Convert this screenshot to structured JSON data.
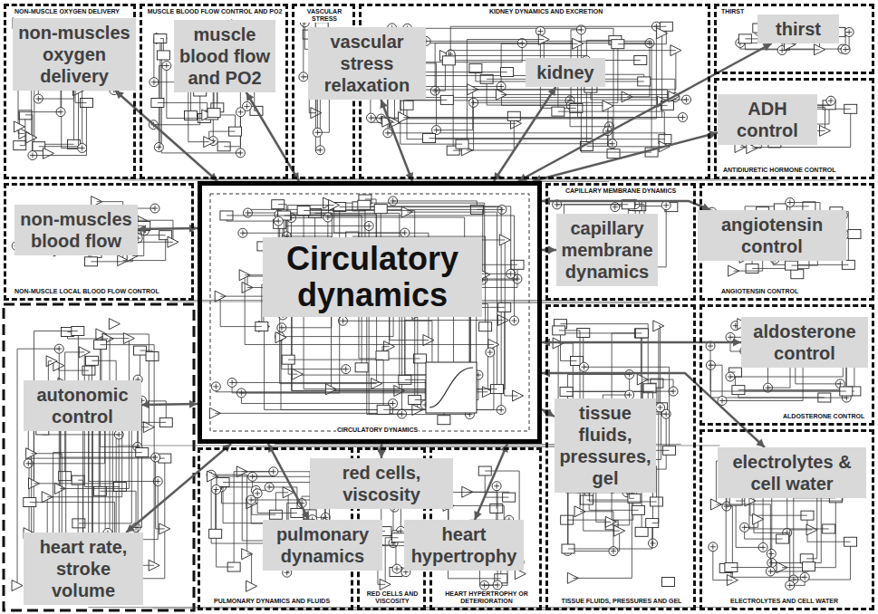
{
  "diagram": {
    "nodes": [
      {
        "text": [
          "NON-MUSCLE OXYGEN DELIVERY"
        ]
      },
      {
        "text": [
          "MUSCLE BLOOD FLOW CONTROL AND PO2"
        ]
      },
      {
        "text": [
          "VASCULAR STRESS"
        ]
      },
      {
        "text": [
          "KIDNEY DYNAMICS AND EXCRETION"
        ]
      },
      {
        "text": [
          "THIRST"
        ]
      },
      {
        "text": [
          "ANTIDIURETIC HORMONE CONTROL"
        ]
      },
      {
        "text": [
          "NON-MUSCLE LOCAL BLOOD FLOW CONTROL"
        ]
      },
      {
        "text": [
          "CIRCULATORY DYNAMICS"
        ]
      },
      {
        "text": [
          "CAPILLARY MEMBRANE DYNAMICS"
        ]
      },
      {
        "text": [
          "ANGIOTENSIN CONTROL"
        ]
      },
      {
        "text": [
          "ALDOSTERONE CONTROL"
        ]
      },
      {
        "text": [
          "PULMONARY DYNAMICS AND FLUIDS"
        ]
      },
      {
        "text": [
          "RED CELLS AND VISCOSITY"
        ]
      },
      {
        "text": [
          "HEART HYPERTROPHY OR DETERIORATION"
        ]
      },
      {
        "text": [
          "TISSUE FLUIDS, PRESSURES AND GEL"
        ]
      },
      {
        "text": [
          "ELECTROLYTES AND CELL WATER"
        ]
      },
      {
        "text": [
          "Circulatory dynamics"
        ],
        "in": 7
      },
      {
        "text": [
          "non-muscles oxygen delivery"
        ]
      },
      {
        "text": [
          "muscle blood flow and PO2"
        ]
      },
      {
        "text": [
          "vascular stress relaxation"
        ]
      },
      {
        "text": [
          "kidney"
        ]
      },
      {
        "text": [
          "thirst"
        ]
      },
      {
        "text": [
          "ADH control"
        ]
      },
      {
        "text": [
          "non-muscles blood flow"
        ]
      },
      {
        "text": [
          "capillary membrane dynamics"
        ]
      },
      {
        "text": [
          "angiotensin control"
        ]
      },
      {
        "text": [
          "autonomic control"
        ]
      },
      {
        "text": [
          "aldosterone control"
        ]
      },
      {
        "text": [
          "tissue fluids, pressures, gel"
        ]
      },
      {
        "text": [
          "electrolytes & cell water"
        ]
      },
      {
        "text": [
          "red cells, viscosity"
        ]
      },
      {
        "text": [
          "pulmonary dynamics"
        ]
      },
      {
        "text": [
          "heart hypertrophy"
        ]
      },
      {
        "text": [
          "heart rate, stroke volume"
        ]
      }
    ],
    "edges": [
      {
        "from": 17,
        "to": 7,
        "arrow": "both"
      },
      {
        "from": 18,
        "to": 7,
        "arrow": "both"
      },
      {
        "from": 19,
        "to": 7,
        "arrow": "both"
      },
      {
        "from": 20,
        "to": 7,
        "arrow": "both"
      },
      {
        "from": 21,
        "to": 7,
        "arrow": "both"
      },
      {
        "from": 22,
        "to": 7,
        "arrow": "both"
      },
      {
        "from": 23,
        "to": 7,
        "arrow": "both"
      },
      {
        "from": 24,
        "to": 7,
        "arrow": "both"
      },
      {
        "from": 25,
        "to": 7,
        "arrow": "both"
      },
      {
        "from": 26,
        "to": 7,
        "arrow": "both"
      },
      {
        "from": 27,
        "to": 7,
        "arrow": "both"
      },
      {
        "from": 28,
        "to": 7,
        "arrow": "both"
      },
      {
        "from": 29,
        "to": 7,
        "arrow": "both"
      },
      {
        "from": 30,
        "to": 7,
        "arrow": "both"
      },
      {
        "from": 31,
        "to": 7,
        "arrow": "both"
      },
      {
        "from": 32,
        "to": 7,
        "arrow": "both"
      },
      {
        "from": 33,
        "to": 7,
        "arrow": "both"
      }
    ]
  }
}
